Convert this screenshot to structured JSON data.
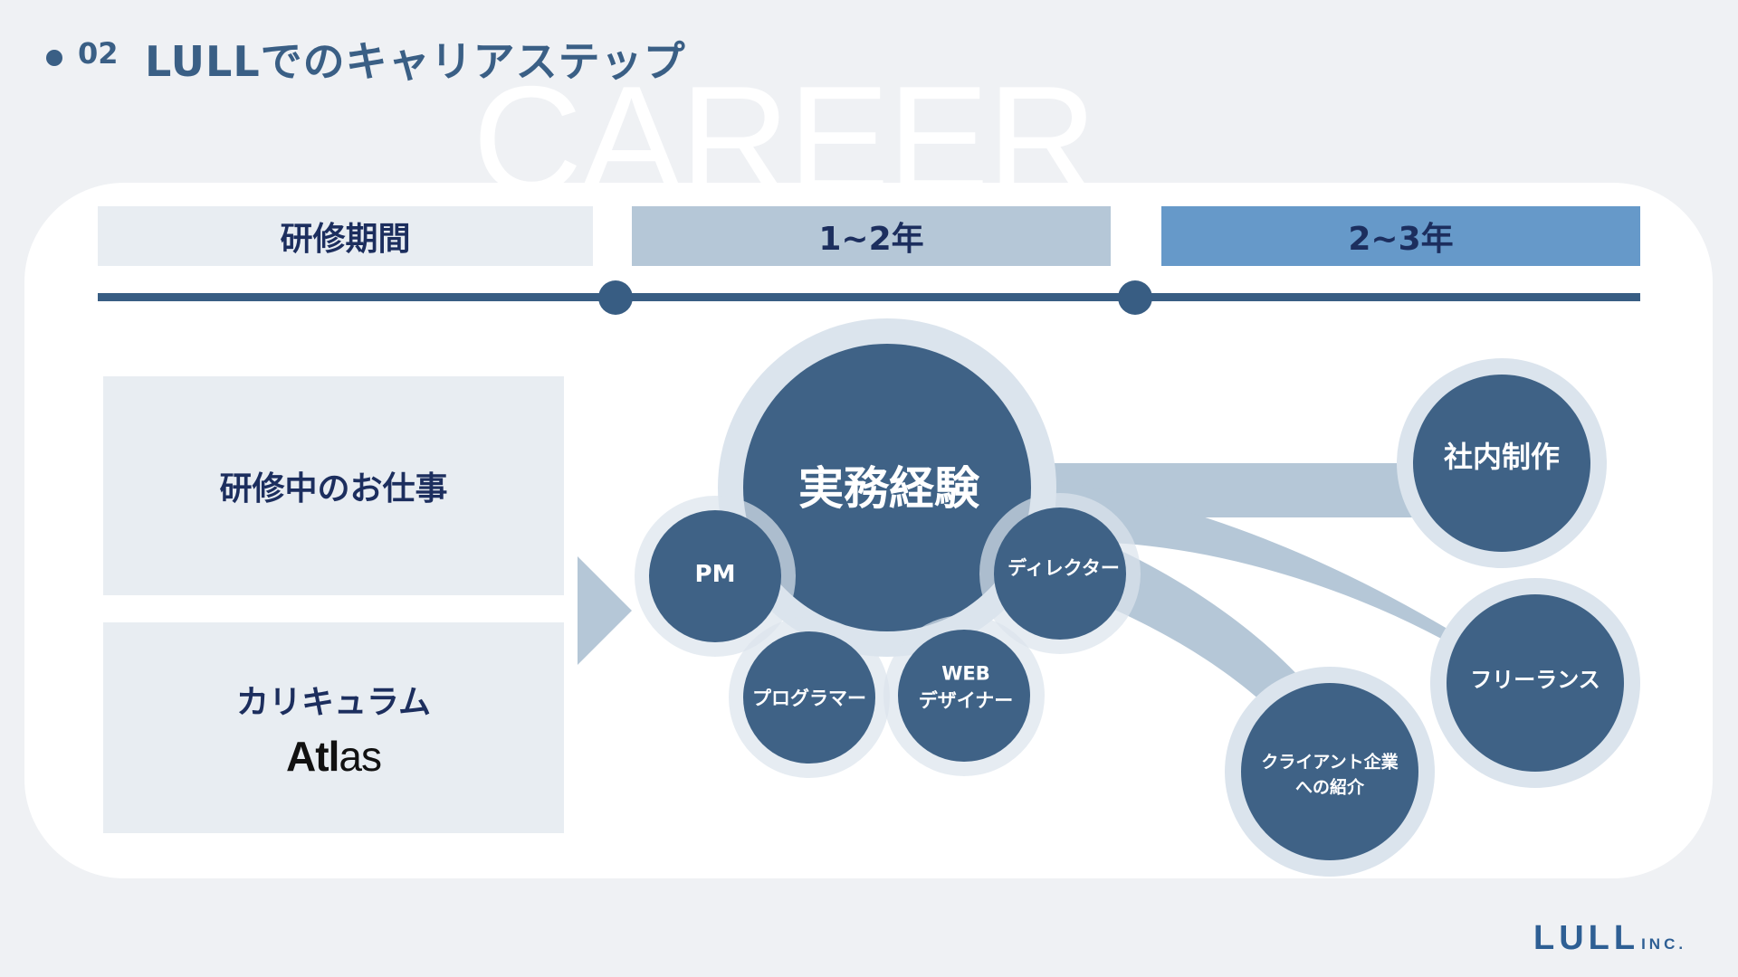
{
  "header": {
    "section_number": "02",
    "title": "LULLでのキャリアステップ",
    "watermark": "CAREER"
  },
  "timeline": {
    "phases": [
      {
        "label": "研修期間",
        "color": "#e8edf2"
      },
      {
        "label": "1~2年",
        "color": "#b5c7d7"
      },
      {
        "label": "2~3年",
        "color": "#6699c9"
      }
    ]
  },
  "training": {
    "work_label": "研修中のお仕事",
    "curriculum_label": "カリキュラム",
    "curriculum_brand_bold": "Atl",
    "curriculum_brand_light": "as"
  },
  "career_map": {
    "core": "実務経験",
    "roles": [
      "PM",
      "プログラマー",
      "WEB\nデザイナー",
      "ディレクター"
    ],
    "outcomes": [
      "社内制作",
      "フリーランス",
      "クライアント企業\nへの紹介"
    ]
  },
  "colors": {
    "primary": "#3f6286",
    "halo": "#dbe4ed",
    "flow": "#b5c7d7",
    "heading": "#3a5f85"
  },
  "footer": {
    "logo_main": "LULL",
    "logo_suffix": "INC."
  }
}
